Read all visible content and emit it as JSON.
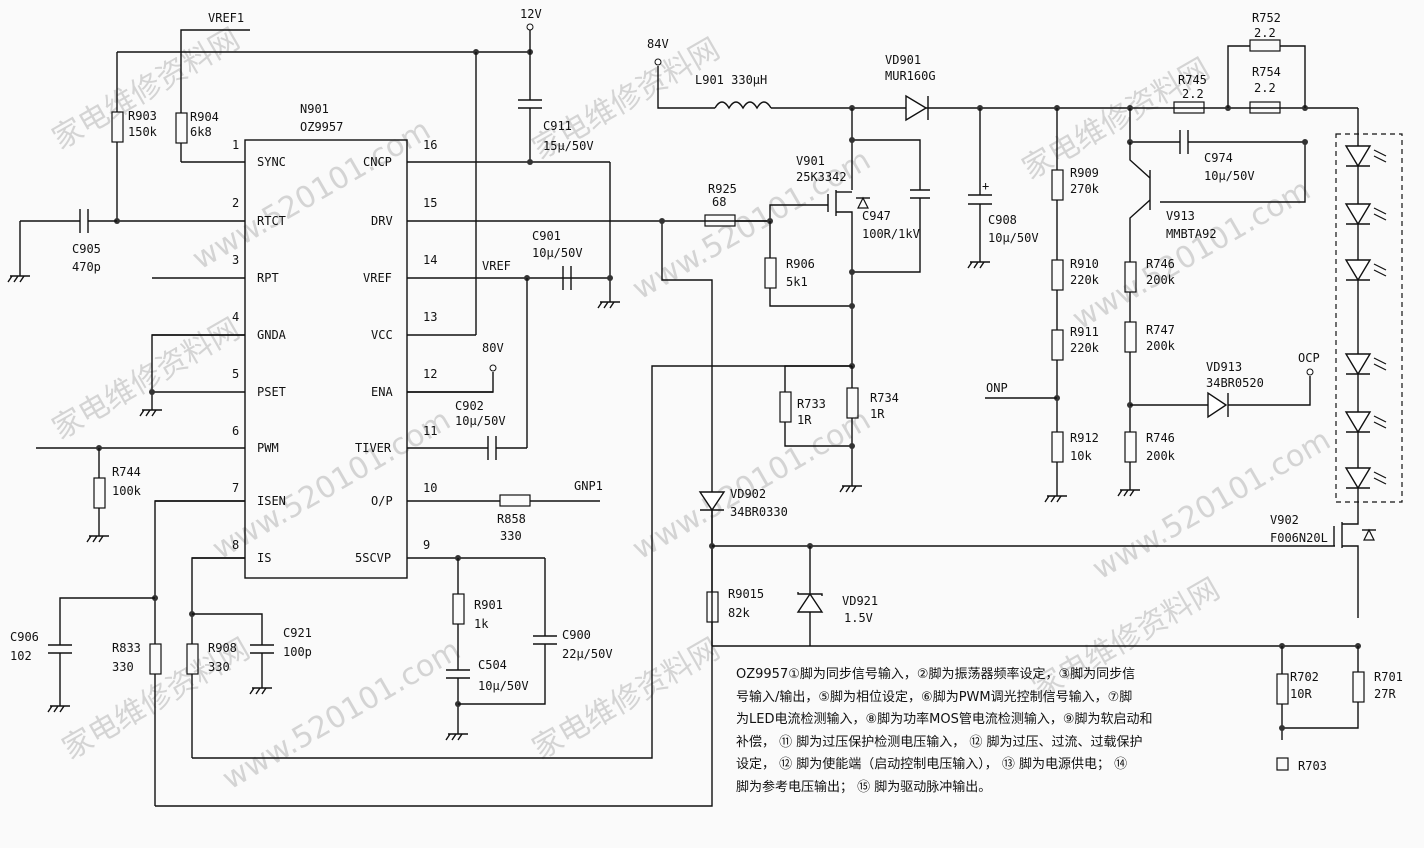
{
  "ic": {
    "ref": "N901",
    "part": "OZ9957",
    "left_pins": [
      {
        "num": "1",
        "name": "SYNC"
      },
      {
        "num": "2",
        "name": "RTCT"
      },
      {
        "num": "3",
        "name": "RPT"
      },
      {
        "num": "4",
        "name": "GNDA"
      },
      {
        "num": "5",
        "name": "PSET"
      },
      {
        "num": "6",
        "name": "PWM"
      },
      {
        "num": "7",
        "name": "ISEN"
      },
      {
        "num": "8",
        "name": "IS"
      }
    ],
    "right_pins": [
      {
        "num": "16",
        "name": "CNCP"
      },
      {
        "num": "15",
        "name": "DRV"
      },
      {
        "num": "14",
        "name": "VREF"
      },
      {
        "num": "13",
        "name": "VCC"
      },
      {
        "num": "12",
        "name": "ENA"
      },
      {
        "num": "11",
        "name": "TIVER"
      },
      {
        "num": "10",
        "name": "O/P"
      },
      {
        "num": "9",
        "name": "5SCVP"
      }
    ]
  },
  "nets": {
    "vref1": "VREF1",
    "v12": "12V",
    "v84": "84V",
    "vref": "VREF",
    "v80": "80V",
    "gnp1": "GNP1",
    "onp": "ONP",
    "ocp": "OCP"
  },
  "components": {
    "R903": [
      "R903",
      "150k"
    ],
    "R904": [
      "R904",
      "6k8"
    ],
    "C905": [
      "C905",
      "470p"
    ],
    "C911": [
      "C911",
      "15μ/50V"
    ],
    "C901": [
      "C901",
      "10μ/50V"
    ],
    "C902": [
      "C902",
      "10μ/50V"
    ],
    "R744": [
      "R744",
      "100k"
    ],
    "R858": [
      "R858",
      "330"
    ],
    "R901": [
      "R901",
      "1k"
    ],
    "C504": [
      "C504",
      "10μ/50V"
    ],
    "C900": [
      "C900",
      "22μ/50V"
    ],
    "C906": [
      "C906",
      "102"
    ],
    "R833": [
      "R833",
      "330"
    ],
    "R908": [
      "R908",
      "330"
    ],
    "C921": [
      "C921",
      "100p"
    ],
    "L901": [
      "L901 330μH"
    ],
    "VD901": [
      "VD901",
      "MUR160G"
    ],
    "V901": [
      "V901",
      "25K3342"
    ],
    "R925": [
      "R925",
      "68"
    ],
    "R906": [
      "R906",
      "5k1"
    ],
    "C947": [
      "C947",
      "100R/1kV"
    ],
    "R733": [
      "R733",
      "1R"
    ],
    "R734": [
      "R734",
      "1R"
    ],
    "VD902": [
      "VD902",
      "34BR0330"
    ],
    "R9015": [
      "R9015",
      "82k"
    ],
    "VD921": [
      "VD921",
      "1.5V"
    ],
    "C908": [
      "C908",
      "10μ/50V"
    ],
    "R909": [
      "R909",
      "270k"
    ],
    "R910": [
      "R910",
      "220k"
    ],
    "R911": [
      "R911",
      "220k"
    ],
    "R912": [
      "R912",
      "10k"
    ],
    "R745": [
      "R745",
      "2.2"
    ],
    "R752": [
      "R752",
      "2.2"
    ],
    "R754": [
      "R754",
      "2.2"
    ],
    "C974": [
      "C974",
      "10μ/50V"
    ],
    "V913": [
      "V913",
      "MMBTA92"
    ],
    "R746a": [
      "R746",
      "200k"
    ],
    "R747": [
      "R747",
      "200k"
    ],
    "R746b": [
      "R746",
      "200k"
    ],
    "VD913": [
      "VD913",
      "34BR0520"
    ],
    "V902": [
      "V902",
      "F006N20L"
    ],
    "R702": [
      "R702",
      "10R"
    ],
    "R701": [
      "R701",
      "27R"
    ],
    "R703": [
      "R703"
    ]
  },
  "note_lines": [
    "OZ9957①脚为同步信号输入，②脚为振荡器频率设定，③脚为同步信",
    "号输入/输出，⑤脚为相位设定，⑥脚为PWM调光控制信号输入，⑦脚",
    "为LED电流检测输入，⑧脚为功率MOS管电流检测输入，⑨脚为软启动和",
    "补偿， ⑪ 脚为过压保护检测电压输入， ⑫ 脚为过压、过流、过载保护",
    "设定， ⑫ 脚为使能端（启动控制电压输入）， ⑬ 脚为电源供电； ⑭",
    "脚为参考电压输出； ⑮ 脚为驱动脉冲输出。"
  ],
  "watermark": {
    "text1": "家电维修资料网",
    "text2": "www.520101.com"
  }
}
